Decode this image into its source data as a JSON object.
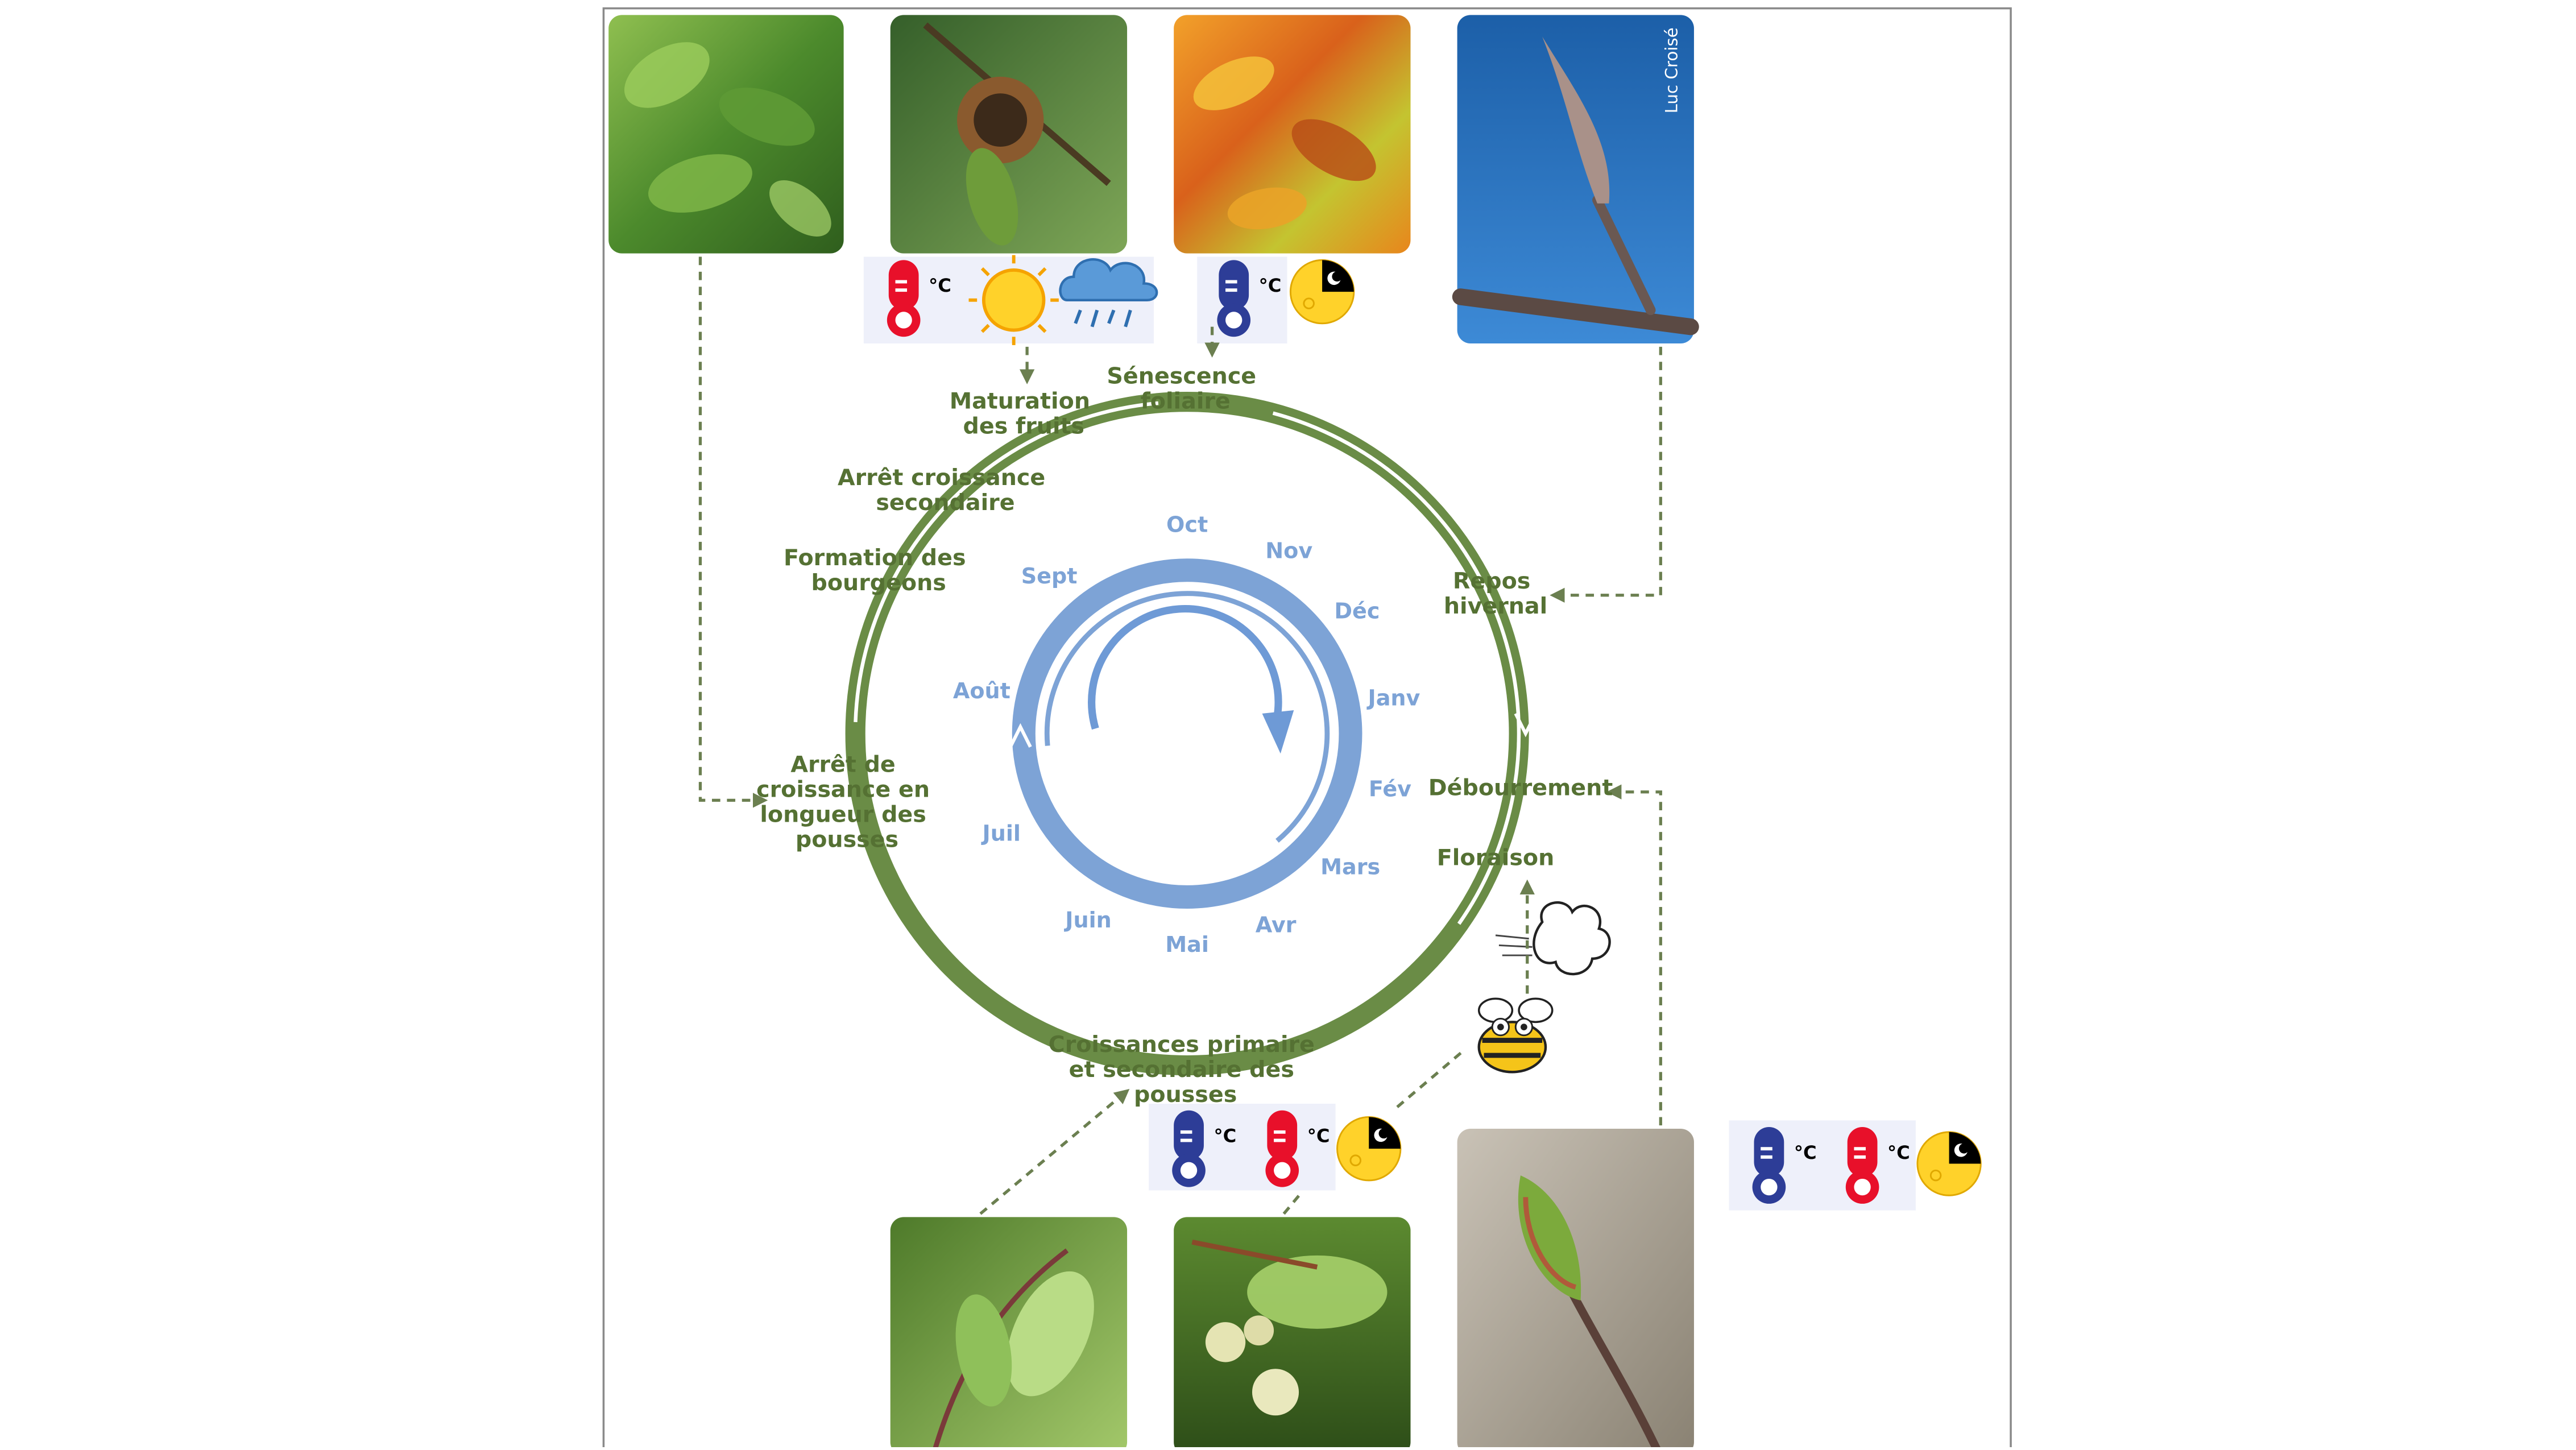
{
  "credit": "Luc Croisé",
  "months": [
    "Oct",
    "Nov",
    "Déc",
    "Janv",
    "Fév",
    "Mars",
    "Avr",
    "Mai",
    "Juin",
    "Juil",
    "Août",
    "Sept"
  ],
  "stages": {
    "senescence": [
      "Sénescence",
      "foliaire"
    ],
    "maturation": [
      "Maturation",
      "des fruits"
    ],
    "arret_secondaire": [
      "Arrêt croissance",
      "secondaire"
    ],
    "formation": [
      "Formation des",
      "bourgeons"
    ],
    "arret_longueur": [
      "Arrêt de",
      "croissance en",
      "longueur des",
      "pousses"
    ],
    "repos": [
      "Repos",
      "hivernal"
    ],
    "debourrement": [
      "Débourrement"
    ],
    "floraison": [
      "Floraison"
    ],
    "croissances": [
      "Croissances primaire",
      "et secondaire des",
      "pousses"
    ]
  },
  "unit": "°C",
  "colors": {
    "ring_green": "#6a8c46",
    "month_blue": "#7da3d6",
    "label_green": "#557133",
    "arrow_dash": "#6b7f50",
    "thermo_red": "#e8102a",
    "thermo_blue": "#2d3d97",
    "sun_yellow": "#ffd22a"
  },
  "icons": [
    "thermometer-icon",
    "sun-icon",
    "rain-cloud-icon",
    "daylength-icon",
    "wind-icon",
    "bee-icon"
  ]
}
